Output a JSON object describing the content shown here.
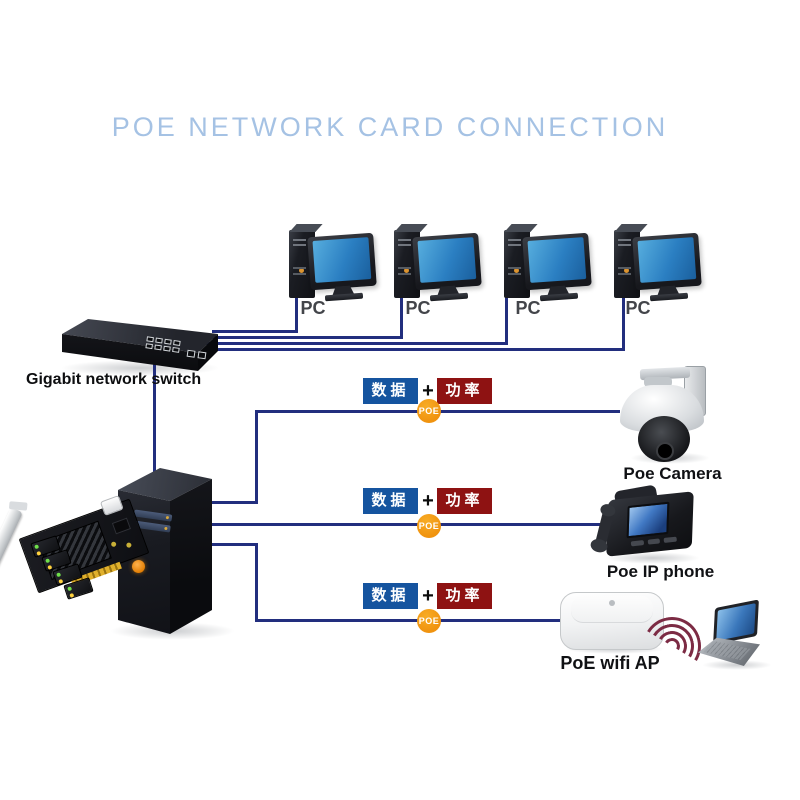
{
  "title": "POE NETWORK CARD CONNECTION",
  "switch": {
    "label": "Gigabit network switch"
  },
  "pcs": [
    {
      "label": "PC"
    },
    {
      "label": "PC"
    },
    {
      "label": "PC"
    },
    {
      "label": "PC"
    }
  ],
  "poe_rows": [
    {
      "data_label": "数据",
      "plus": "+",
      "power_label": "功率",
      "badge": "POE"
    },
    {
      "data_label": "数据",
      "plus": "+",
      "power_label": "功率",
      "badge": "POE"
    },
    {
      "data_label": "数据",
      "plus": "+",
      "power_label": "功率",
      "badge": "POE"
    }
  ],
  "devices": {
    "camera": {
      "label": "Poe Camera"
    },
    "phone": {
      "label": "Poe IP phone"
    },
    "ap": {
      "label": "PoE wifi AP"
    }
  },
  "colors": {
    "title_text": "#a5c2e4",
    "connection_line": "#222e7e",
    "data_box": "#15549f",
    "power_box": "#8e1212",
    "poe_badge": "#f0930f"
  }
}
